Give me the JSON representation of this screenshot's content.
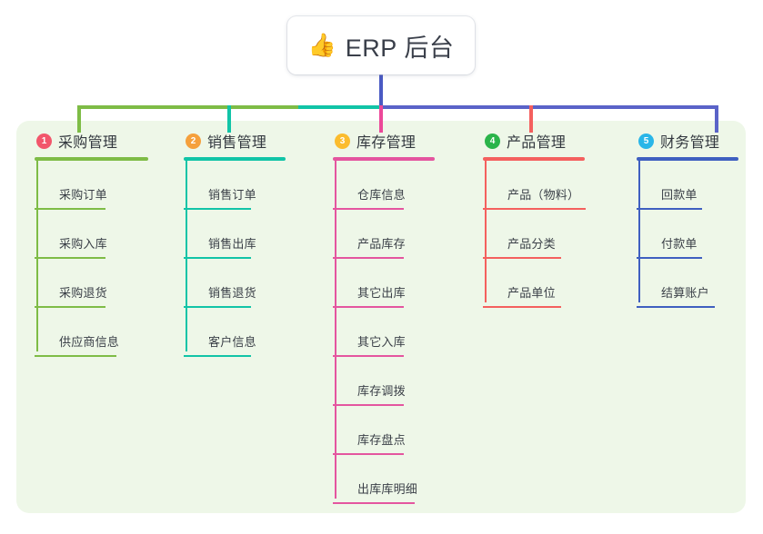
{
  "title": {
    "emoji": "👍",
    "emoji_name": "thumbs-up-icon",
    "text": "ERP 后台"
  },
  "theme": {
    "page_background": "#ffffff",
    "panel_background": "#eef7e8",
    "trunk_color": "#4a5ac3",
    "text_color": "#33383f"
  },
  "columns": [
    {
      "index": "1",
      "title": "采购管理",
      "badge_color": "#f2566b",
      "line_color": "#7ebc46",
      "rule_color": "#7ebc46",
      "items": [
        {
          "label": "采购订单"
        },
        {
          "label": "采购入库"
        },
        {
          "label": "采购退货"
        },
        {
          "label": "供应商信息"
        }
      ]
    },
    {
      "index": "2",
      "title": "销售管理",
      "badge_color": "#f5a03c",
      "line_color": "#11c4a7",
      "rule_color": "#11c4a7",
      "items": [
        {
          "label": "销售订单"
        },
        {
          "label": "销售出库"
        },
        {
          "label": "销售退货"
        },
        {
          "label": "客户信息"
        }
      ]
    },
    {
      "index": "3",
      "title": "库存管理",
      "badge_color": "#fbbc2e",
      "line_color": "#e4559f",
      "rule_color": "#e4559f",
      "items": [
        {
          "label": "仓库信息"
        },
        {
          "label": "产品库存"
        },
        {
          "label": "其它出库"
        },
        {
          "label": "其它入库"
        },
        {
          "label": "库存调拨"
        },
        {
          "label": "库存盘点"
        },
        {
          "label": "出库库明细"
        }
      ]
    },
    {
      "index": "4",
      "title": "产品管理",
      "badge_color": "#2bb44a",
      "line_color": "#f4605e",
      "rule_color": "#f4605e",
      "items": [
        {
          "label": "产品（物料）"
        },
        {
          "label": "产品分类"
        },
        {
          "label": "产品单位"
        }
      ]
    },
    {
      "index": "5",
      "title": "财务管理",
      "badge_color": "#29b6e8",
      "line_color": "#3f5fc0",
      "rule_color": "#3f5fc0",
      "items": [
        {
          "label": "回款单"
        },
        {
          "label": "付款单"
        },
        {
          "label": "结算账户"
        }
      ]
    }
  ]
}
